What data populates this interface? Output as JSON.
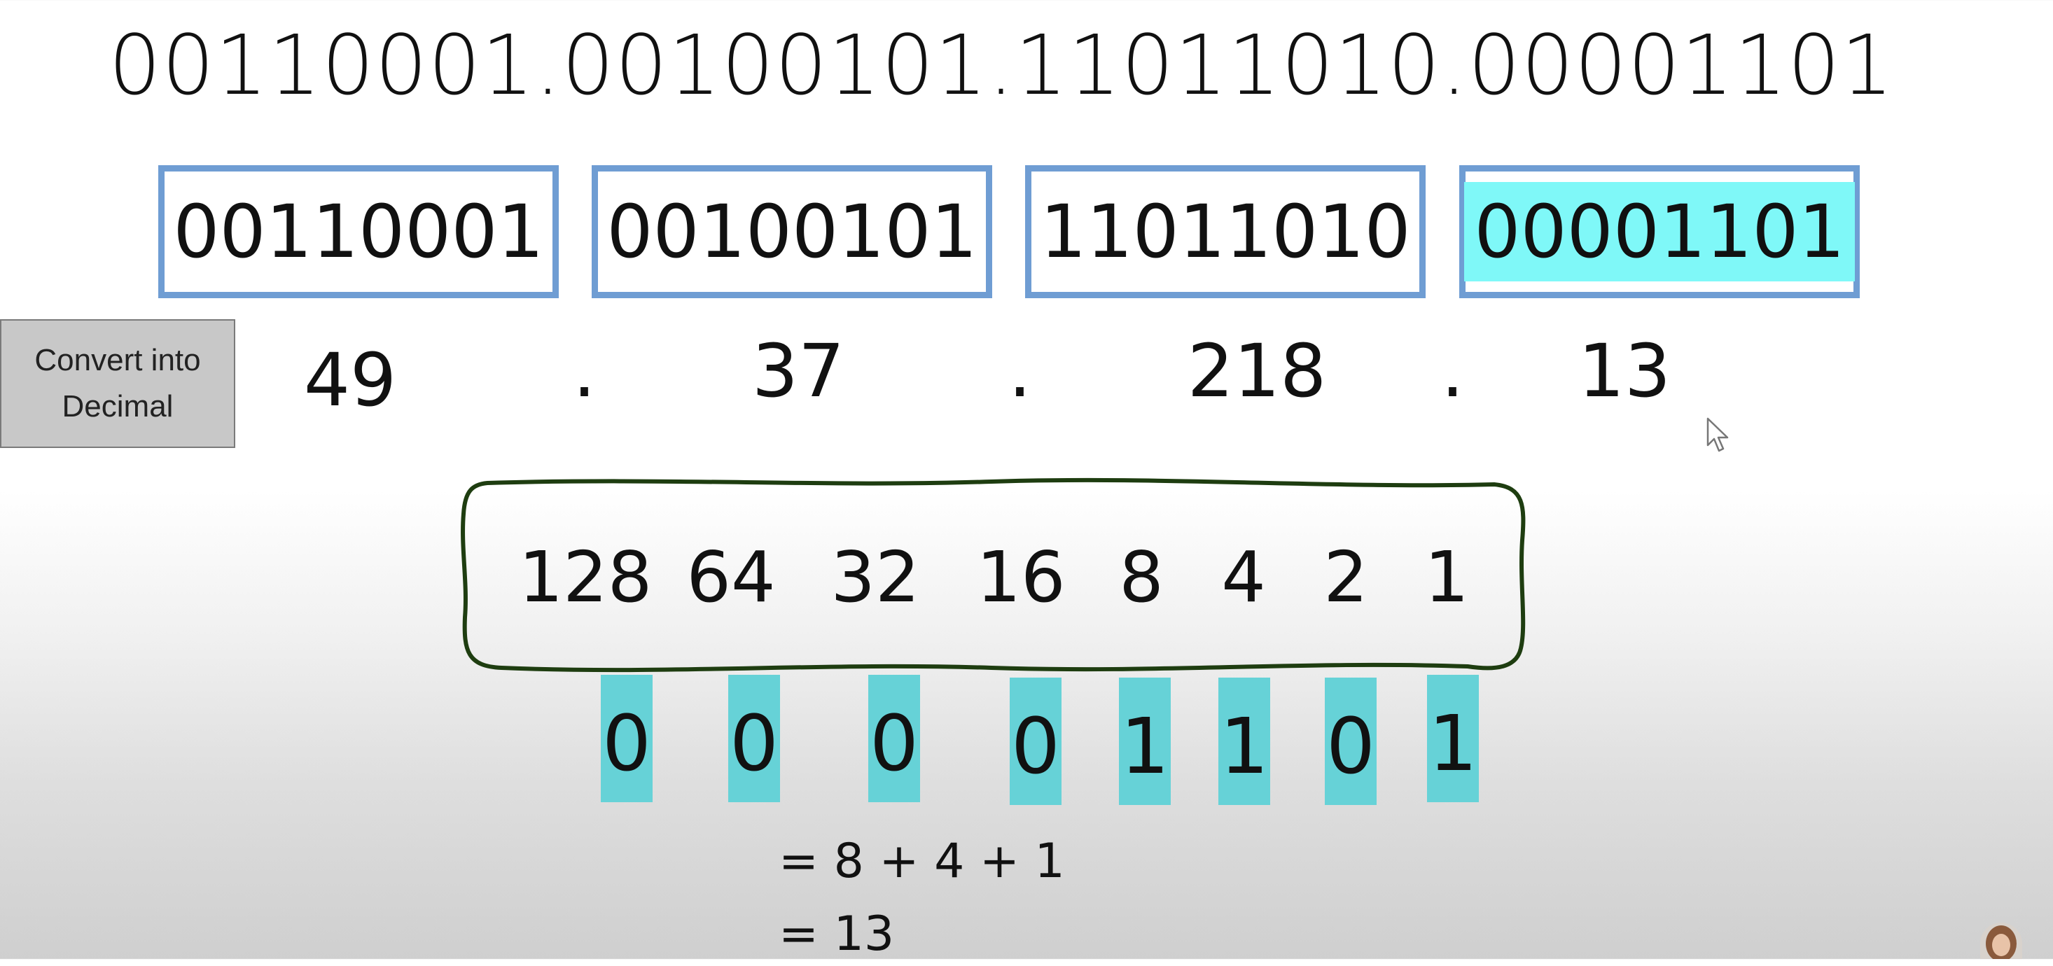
{
  "title": "00110001.00100101.11011010.00001101",
  "octets": [
    {
      "binary": "00110001",
      "decimal": "49"
    },
    {
      "binary": "00100101",
      "decimal": "37"
    },
    {
      "binary": "11011010",
      "decimal": "218"
    },
    {
      "binary": "00001101",
      "decimal": "13"
    }
  ],
  "separator": ".",
  "convert_button": {
    "line1": "Convert into",
    "line2": "Decimal"
  },
  "place_values": [
    "128",
    "64",
    "32",
    "16",
    "8",
    "4",
    "2",
    "1"
  ],
  "bits": [
    "0",
    "0",
    "0",
    "0",
    "1",
    "1",
    "0",
    "1"
  ],
  "calculation": {
    "line1": "= 8 + 4 + 1",
    "line2": "= 13"
  },
  "colors": {
    "box_border": "#6f9dd3",
    "highlight": "#7ff8f8",
    "bit_highlight": "#5fd1d6",
    "wavy_border": "#1e3d10",
    "button_bg": "#c8c8c8"
  },
  "icons": [
    "mouse-pointer-icon",
    "presenter-avatar"
  ]
}
